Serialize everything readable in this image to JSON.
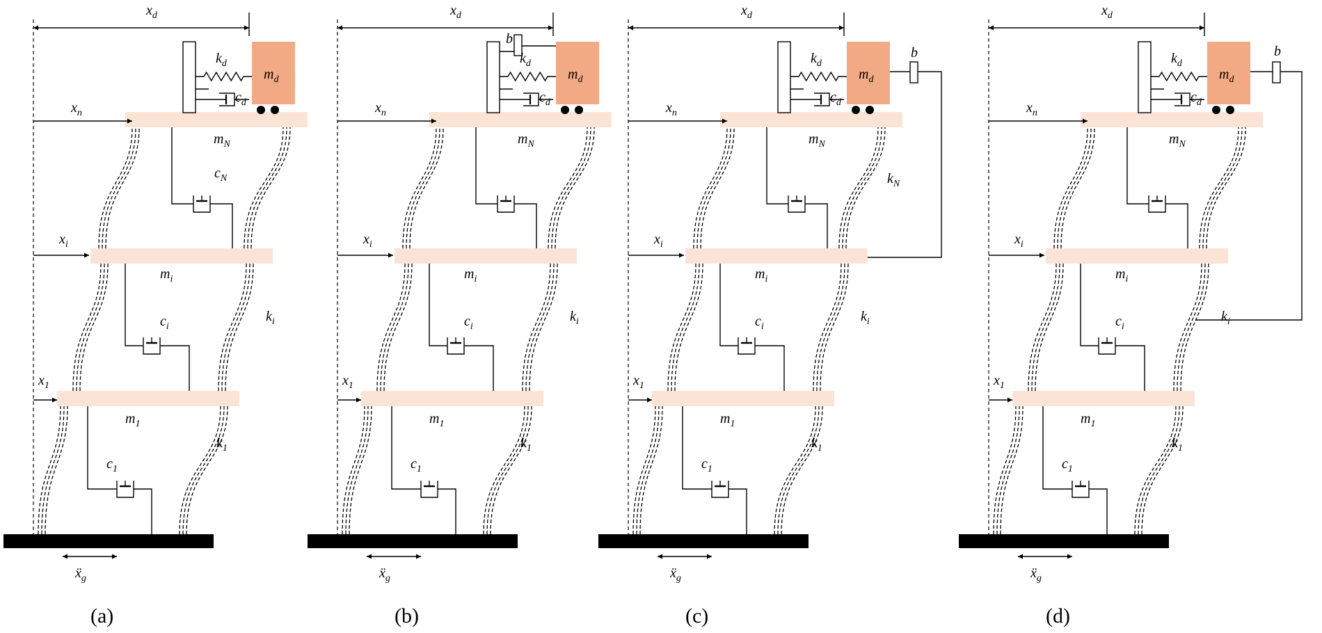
{
  "colors": {
    "floor": "#fbe3d6",
    "damper_mass": "#f2aa84",
    "ground": "#000000",
    "line": "#000000"
  },
  "panels": [
    {
      "caption": "(a)",
      "labels": {
        "xd": [
          "x",
          "d"
        ],
        "xn": [
          "x",
          "n"
        ],
        "xi": [
          "x",
          "i"
        ],
        "x1": [
          "x",
          "1"
        ],
        "kd": [
          "k",
          "d"
        ],
        "cd": [
          "c",
          "d"
        ],
        "md": [
          "m",
          "d"
        ],
        "mN": [
          "m",
          "N"
        ],
        "mi": [
          "m",
          "i"
        ],
        "m1": [
          "m",
          "1"
        ],
        "cN": [
          "c",
          "N"
        ],
        "ci": [
          "c",
          "i"
        ],
        "c1": [
          "c",
          "1"
        ],
        "ki": [
          "k",
          "i"
        ],
        "k1": [
          "k",
          "1"
        ],
        "xg": [
          "ẍ",
          "g"
        ]
      }
    },
    {
      "caption": "(b)",
      "labels": {
        "xd": [
          "x",
          "d"
        ],
        "xn": [
          "x",
          "n"
        ],
        "xi": [
          "x",
          "i"
        ],
        "x1": [
          "x",
          "1"
        ],
        "b": [
          "b",
          ""
        ],
        "kd": [
          "k",
          "d"
        ],
        "cd": [
          "c",
          "d"
        ],
        "md": [
          "m",
          "d"
        ],
        "mN": [
          "m",
          "N"
        ],
        "mi": [
          "m",
          "i"
        ],
        "m1": [
          "m",
          "1"
        ],
        "ci": [
          "c",
          "i"
        ],
        "c1": [
          "c",
          "1"
        ],
        "ki": [
          "k",
          "i"
        ],
        "k1": [
          "k",
          "1"
        ],
        "xg": [
          "ẍ",
          "g"
        ]
      }
    },
    {
      "caption": "(c)",
      "labels": {
        "xd": [
          "x",
          "d"
        ],
        "xn": [
          "x",
          "n"
        ],
        "xi": [
          "x",
          "i"
        ],
        "x1": [
          "x",
          "1"
        ],
        "b": [
          "b",
          ""
        ],
        "kd": [
          "k",
          "d"
        ],
        "cd": [
          "c",
          "d"
        ],
        "md": [
          "m",
          "d"
        ],
        "mN": [
          "m",
          "N"
        ],
        "mi": [
          "m",
          "i"
        ],
        "m1": [
          "m",
          "1"
        ],
        "kN": [
          "k",
          "N"
        ],
        "ci": [
          "c",
          "i"
        ],
        "c1": [
          "c",
          "1"
        ],
        "ki": [
          "k",
          "i"
        ],
        "k1": [
          "k",
          "1"
        ],
        "xg": [
          "ẍ",
          "g"
        ]
      }
    },
    {
      "caption": "(d)",
      "labels": {
        "xd": [
          "x",
          "d"
        ],
        "xn": [
          "x",
          "n"
        ],
        "xi": [
          "x",
          "i"
        ],
        "x1": [
          "x",
          "1"
        ],
        "b": [
          "b",
          ""
        ],
        "kd": [
          "k",
          "d"
        ],
        "cd": [
          "c",
          "d"
        ],
        "md": [
          "m",
          "d"
        ],
        "mN": [
          "m",
          "N"
        ],
        "mi": [
          "m",
          "i"
        ],
        "m1": [
          "m",
          "1"
        ],
        "ci": [
          "c",
          "i"
        ],
        "c1": [
          "c",
          "1"
        ],
        "ki": [
          "k",
          "i"
        ],
        "k1": [
          "k",
          "1"
        ],
        "xg": [
          "ẍ",
          "g"
        ]
      }
    }
  ]
}
